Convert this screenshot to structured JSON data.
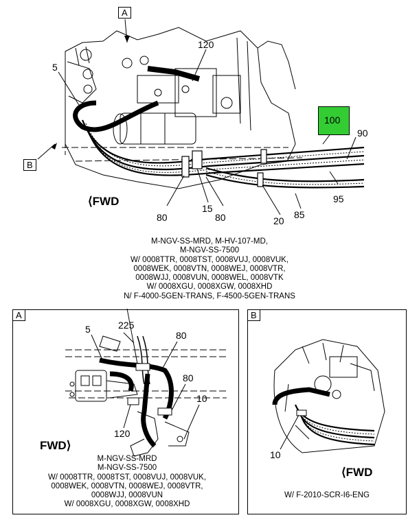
{
  "main": {
    "view_a_label": "A",
    "view_b_label": "B",
    "callouts": {
      "c120": "120",
      "c5": "5",
      "c100": "100",
      "c90": "90",
      "c95": "95",
      "c85": "85",
      "c80a": "80",
      "c15": "15",
      "c80b": "80",
      "c20": "20"
    },
    "fwd_label": "FWD",
    "caption": "M-NGV-SS-MRD, M-HV-107-MD,\nM-NGV-SS-7500\nW/ 0008TTR, 0008TST, 0008VUJ, 0008VUK,\n0008WEK, 0008VTN, 0008WEJ, 0008VTR,\n0008WJJ, 0008VUN, 0008WEL, 0008VTK\nW/ 0008XGU, 0008XGW, 0008XHD\nN/ F-4000-5GEN-TRANS, F-4500-5GEN-TRANS"
  },
  "detail_a": {
    "label": "A",
    "callouts": {
      "c5": "5",
      "c225": "225",
      "c80a": "80",
      "c80b": "80",
      "c10": "10",
      "c120": "120"
    },
    "fwd_label": "FWD",
    "caption": "M-NGV-SS-MRD\nM-NGV-SS-7500\nW/ 0008TTR, 0008TST, 0008VUJ, 0008VUK,\n0008WEK, 0008VTN, 0008WEJ, 0008VTR,\n0008WJJ, 0008VUN\nW/ 0008XGU, 0008XGW, 0008XHD"
  },
  "detail_b": {
    "label": "B",
    "callouts": {
      "c10": "10"
    },
    "fwd_label": "FWD",
    "caption": "W/ F-2010-SCR-I6-ENG"
  },
  "colors": {
    "highlight_green": "#33cc33",
    "line": "#000000"
  }
}
